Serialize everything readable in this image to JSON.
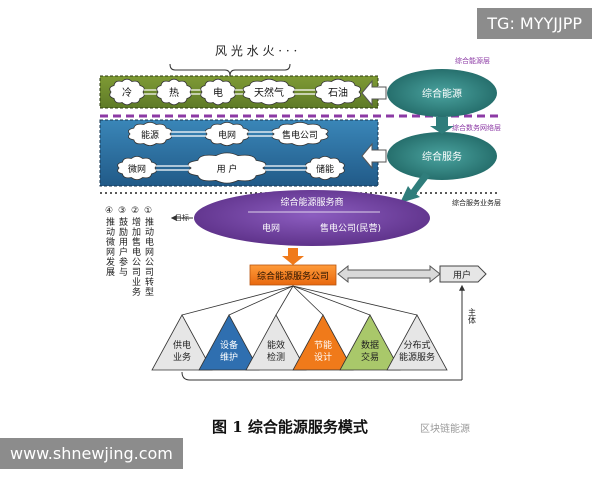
{
  "top_labels": {
    "sources": "风 光 水 火 · · ·"
  },
  "layers": {
    "energy_source": "综合能源层",
    "data_service": "综合数务网络层",
    "service_business": "综合服务业务层"
  },
  "layer1": {
    "nodes": [
      "冷",
      "热",
      "电",
      "天然气",
      "石油"
    ],
    "side_ellipse": "综合能源"
  },
  "layer2": {
    "nodes": [
      "能源",
      "电网",
      "售电公司",
      "微网",
      "用    户",
      "储能"
    ],
    "side_ellipse": "综合服务"
  },
  "purple_ellipse": {
    "title": "综合能源服务商",
    "left": "电网",
    "right": "售电公司(民营)"
  },
  "left_notes": {
    "target_label": "目标",
    "lines": [
      "①推动电网公司转型",
      "②增加售电公司业务",
      "③鼓励用户参与",
      "④推动微网发展"
    ]
  },
  "orange_box": "综合能源服务公司",
  "user_label": "用户",
  "subject_label": "主体",
  "triangles": [
    "供电业务",
    "设备维护",
    "能效检测",
    "节能设计",
    "数据交易",
    "分布式能源服务"
  ],
  "caption": "图 1  综合能源服务模式",
  "watermark": "区块链能源",
  "overlay": {
    "tag": "TG: MYYJJPP",
    "url": "www.shnewjing.com"
  },
  "colors": {
    "layer_green": "#7a8f35",
    "green_bar": "#6f8a2e",
    "blue_bar": "#2e6f9f",
    "teal_ellipse": "#2f7d7b",
    "purple": "#6a3a93",
    "orange": "#f07a1a",
    "dash_purple": "#8c3aa5"
  }
}
